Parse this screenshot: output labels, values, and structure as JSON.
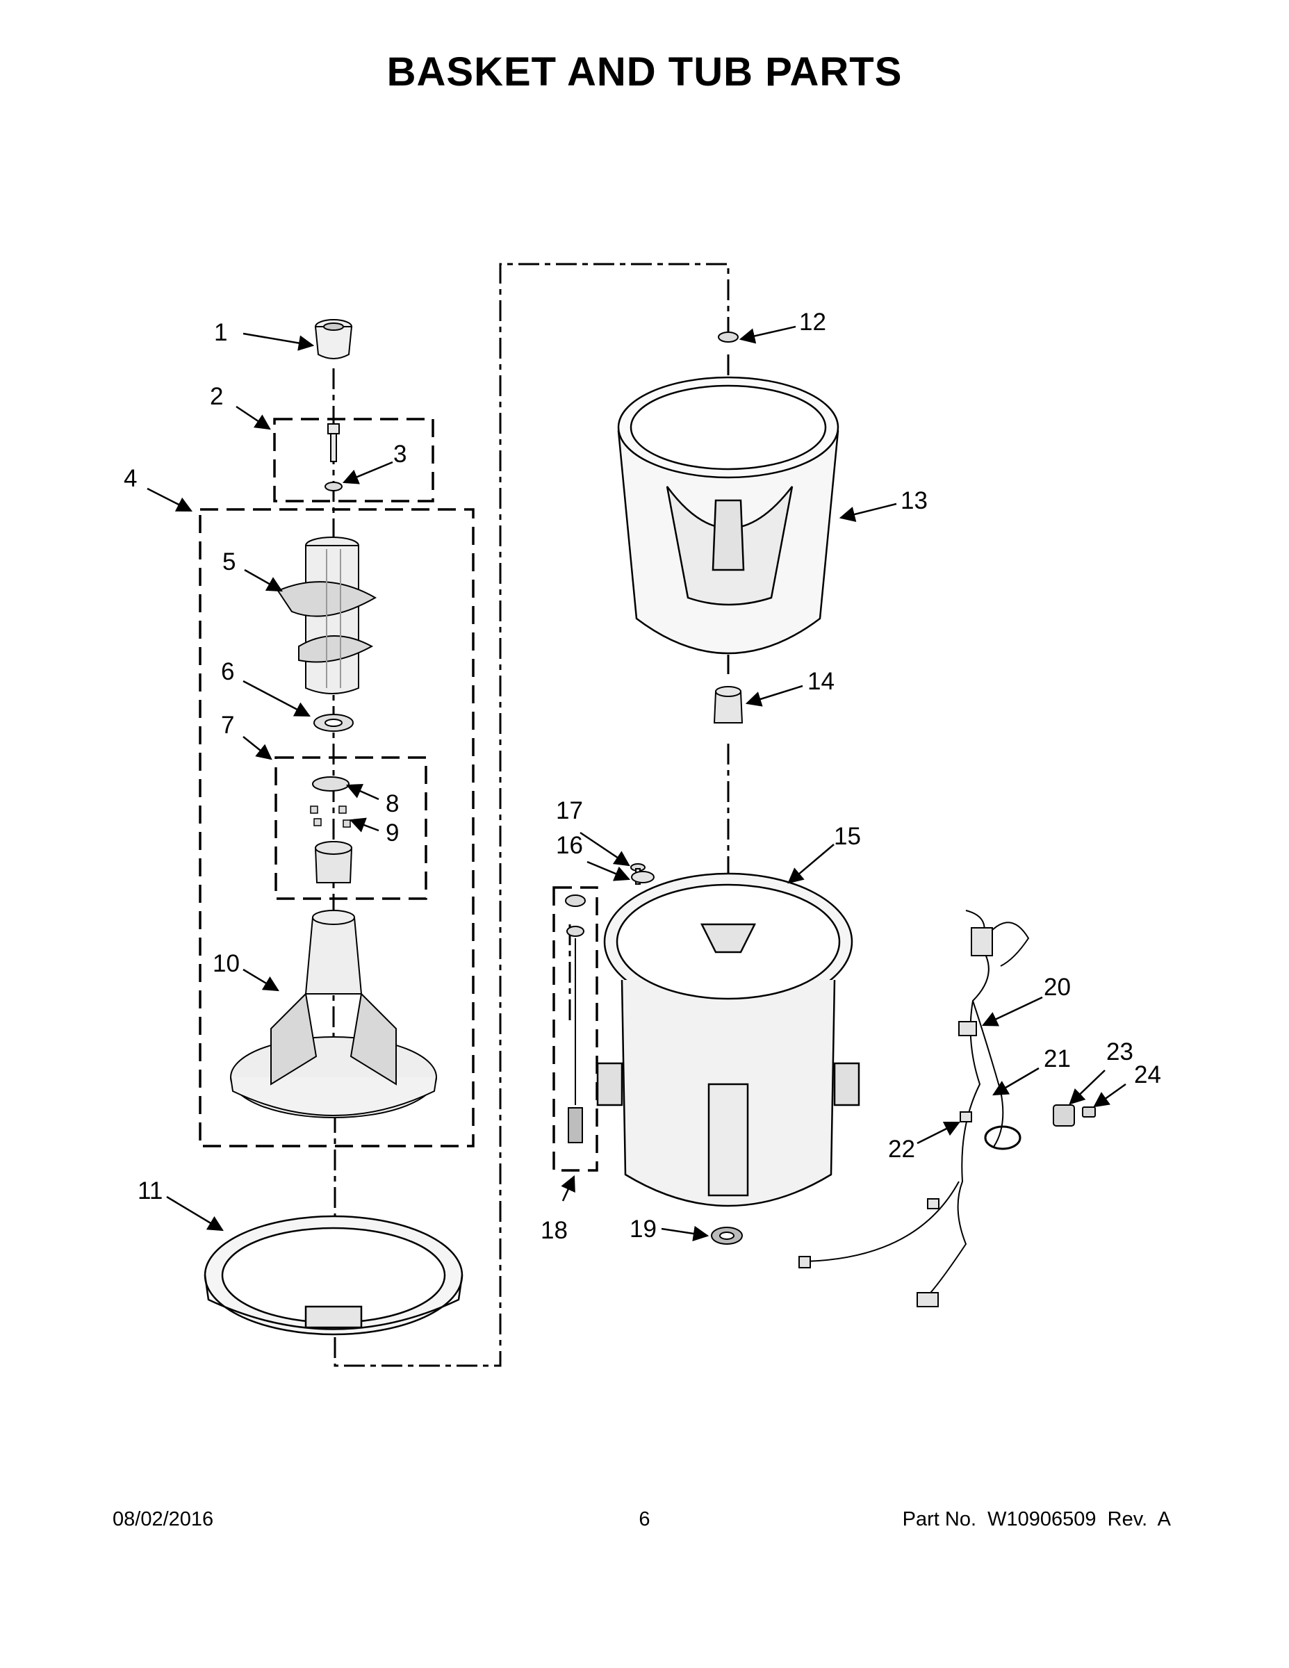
{
  "title": "BASKET AND TUB PARTS",
  "footer": {
    "date": "08/02/2016",
    "page": "6",
    "part_number": "Part No.  W10906509  Rev.  A"
  },
  "callouts": [
    "1",
    "2",
    "3",
    "4",
    "5",
    "6",
    "7",
    "8",
    "9",
    "10",
    "11",
    "12",
    "13",
    "14",
    "15",
    "16",
    "17",
    "18",
    "19",
    "20",
    "21",
    "22",
    "23",
    "24"
  ]
}
